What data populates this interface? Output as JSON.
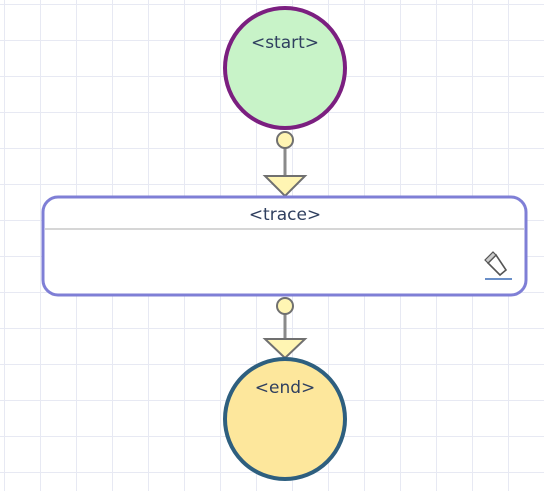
{
  "diagram": {
    "start_node": {
      "label": "<start>",
      "fill": "#c8f3c8",
      "stroke": "#7b1f80"
    },
    "trace_node": {
      "label": "<trace>",
      "fill": "#ffffff",
      "stroke": "#7f7fd6",
      "edit_icon": "pencil-icon"
    },
    "end_node": {
      "label": "<end>",
      "fill": "#fde79c",
      "stroke": "#2e5f7f"
    },
    "connector": {
      "line_color": "#8a8a8a",
      "port_fill": "#fff5b3",
      "port_stroke": "#707070",
      "arrow_fill": "#fff5b3",
      "arrow_stroke": "#707070"
    }
  }
}
